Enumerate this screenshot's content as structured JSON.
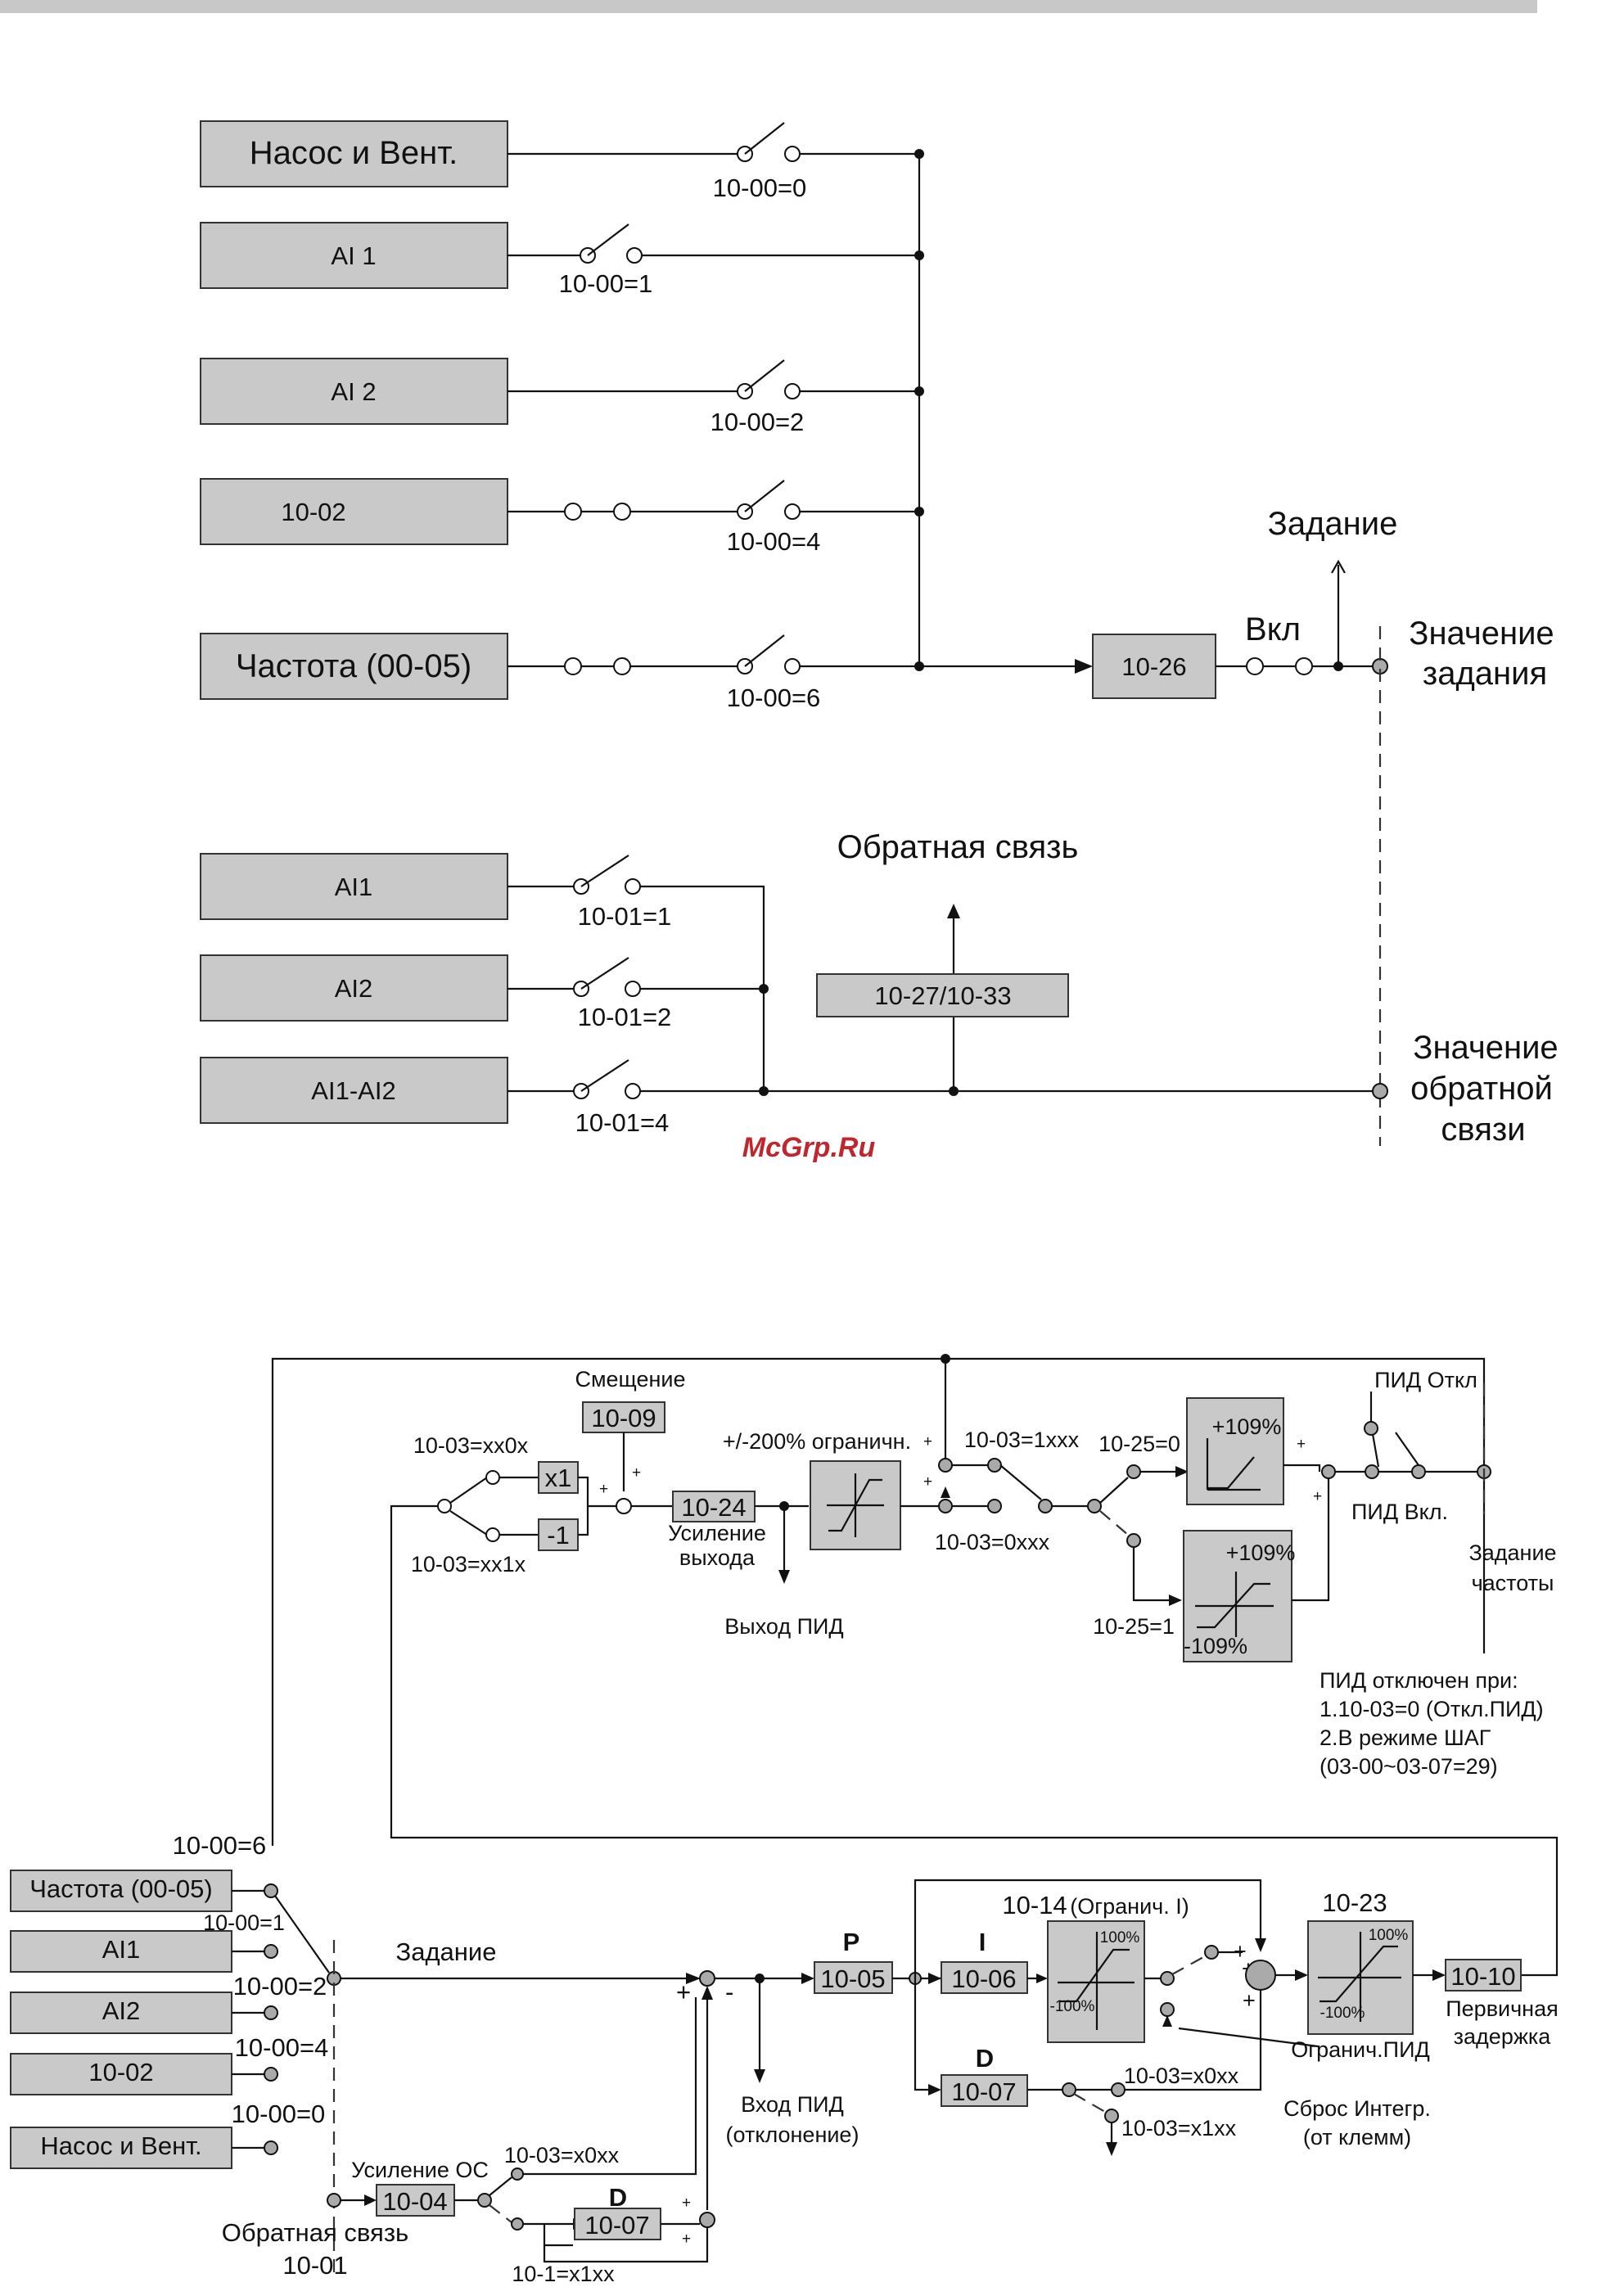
{
  "top": {
    "sources": [
      {
        "label": "Насос и Вент.",
        "switch": "10-00=0"
      },
      {
        "label": "AI 1",
        "switch": "10-00=1"
      },
      {
        "label": "AI 2",
        "switch": "10-00=2"
      },
      {
        "label": "10-02",
        "switch": "10-00=4"
      },
      {
        "label": "Частота (00-05)",
        "switch": "10-00=6"
      }
    ],
    "block_1026": "10-26",
    "vkl": "Вкл",
    "zadanie": "Задание",
    "setpoint_value": [
      "Значение",
      "задания"
    ],
    "feedback_sources": [
      {
        "label": "AI1",
        "switch": "10-01=1"
      },
      {
        "label": "AI2",
        "switch": "10-01=2"
      },
      {
        "label": "AI1-AI2",
        "switch": "10-01=4"
      }
    ],
    "feedback_title": "Обратная связь",
    "block_1027": "10-27/10-33",
    "feedback_value": [
      "Значение",
      "обратной",
      "связи"
    ]
  },
  "watermark": "McGrp.Ru",
  "bottom": {
    "offset_label": "Смещение",
    "block_1009": "10-09",
    "sel_xx0x": "10-03=xx0x",
    "sel_xx1x": "10-03=xx1x",
    "x1": "x1",
    "neg1": "-1",
    "block_1024": "10-24",
    "gain_out": [
      "Усиление",
      "выхода"
    ],
    "limit200": "+/-200% ограничн.",
    "pid_out": "Выход ПИД",
    "sel_1xxx": "10-03=1xxx",
    "sel_0xxx": "10-03=0xxx",
    "sel_1025_0": "10-25=0",
    "sel_1025_1": "10-25=1",
    "p109": "+109%",
    "p109b": "+109%",
    "m109": "-109%",
    "pid_off": "ПИД Откл",
    "pid_on": "ПИД Вкл.",
    "freq_setpoint": [
      "Задание",
      "частоты"
    ],
    "pid_disabled_note": [
      "ПИД отключен при:",
      "1.10-03=0 (Откл.ПИД)",
      "2.В режиме ШАГ",
      "(03-00~03-07=29)"
    ],
    "sel_1000_6": "10-00=6",
    "sel_1000_1": "10-00=1",
    "sel_1000_2": "10-00=2",
    "sel_1000_4": "10-00=4",
    "sel_1000_0": "10-00=0",
    "sources": [
      "Частота  (00-05)",
      "AI1",
      "AI2",
      "10-02",
      "Насос и Вент."
    ],
    "zadanie": "Задание",
    "p_label": "P",
    "block_1005": "10-05",
    "i_label": "I",
    "block_1006": "10-06",
    "block_1014": "10-14",
    "limit_i": "(Огранич. I)",
    "p100": "100%",
    "m100": "-100%",
    "block_1023": "10-23",
    "p100b": "100%",
    "m100b": "-100%",
    "pid_limit": "Огранич.ПИД",
    "block_1010": "10-10",
    "primary_delay": [
      "Первичная",
      "задержка"
    ],
    "d_label": "D",
    "block_1007": "10-07",
    "sel_x0xx": "10-03=x0xx",
    "sel_x1xx": "10-03=x1xx",
    "int_reset": [
      "Сброс Интегр.",
      "(от клемм)"
    ],
    "pid_in": [
      "Вход ПИД",
      "(отклонение)"
    ],
    "fb_gain": "Усиление ОС",
    "block_1004": "10-04",
    "sel_fb_x0xx": "10-03=x0xx",
    "d_label2": "D",
    "block_1007b": "10-07",
    "sel_fb_x1xx": "10-1=x1xx",
    "feedback": [
      "Обратная связь",
      "10-01"
    ],
    "plus": "+",
    "minus": "-"
  }
}
